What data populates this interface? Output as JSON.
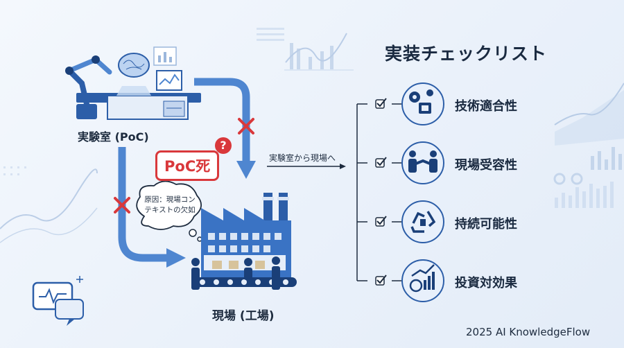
{
  "title": "実装チェックリスト",
  "lab_label": "実験室 (PoC)",
  "site_label": "現場 (工場)",
  "arrow_label": "実験室から現場へ",
  "poc_death": "PoC死",
  "question_mark": "?",
  "cause_bubble": "原因：現場コンテキストの欠如",
  "checklist": [
    {
      "label": "技術適合性",
      "icon": "gears-chip-icon"
    },
    {
      "label": "現場受容性",
      "icon": "handshake-icon"
    },
    {
      "label": "持続可能性",
      "icon": "recycle-plug-icon"
    },
    {
      "label": "投資対効果",
      "icon": "coin-growth-icon"
    }
  ],
  "credit": "2025 AI KnowledgeFlow",
  "colors": {
    "accent_blue": "#3a73c4",
    "danger_red": "#d9383b",
    "navy": "#1a2a40"
  }
}
